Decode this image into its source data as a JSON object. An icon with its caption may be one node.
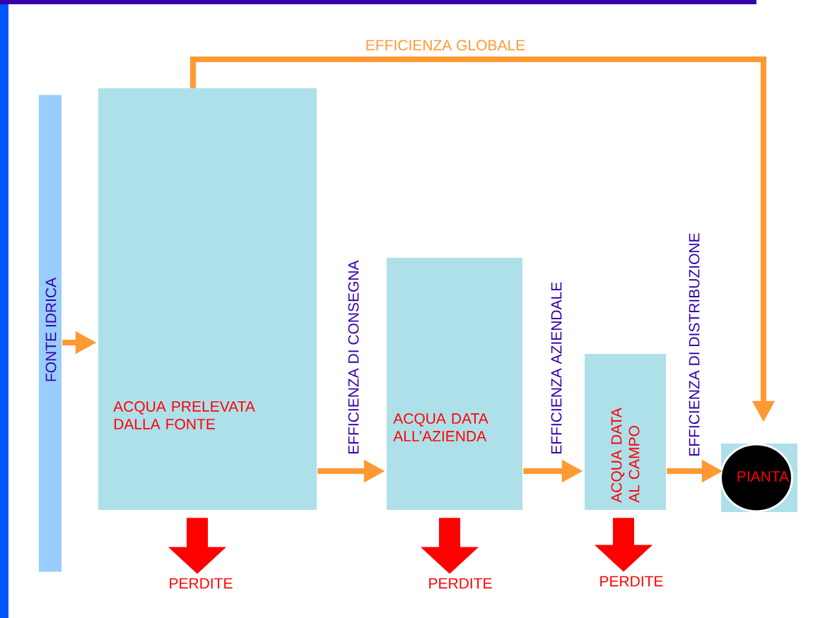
{
  "diagram": {
    "nodes": [
      {
        "text": [
          "FONTE IDRICA"
        ]
      },
      {
        "text": [
          "ACQUA PRELEVATA DALLA FONTE"
        ]
      },
      {
        "text": [
          "ACQUA DATA ALL’AZIENDA"
        ]
      },
      {
        "text": [
          "ACQUA DATA AL CAMPO"
        ]
      },
      {
        "text": [
          "PIANTA"
        ]
      },
      {
        "text": [
          "PERDITE"
        ]
      },
      {
        "text": [
          "PERDITE"
        ]
      },
      {
        "text": [
          "PERDITE"
        ]
      }
    ],
    "edges": [
      {
        "from": 0,
        "to": 1,
        "arrow": "to"
      },
      {
        "from": 1,
        "to": 2,
        "arrow": "to",
        "label": "EFFICIENZA DI CONSEGNA"
      },
      {
        "from": 2,
        "to": 3,
        "arrow": "to",
        "label": "EFFICIENZA AZIENDALE"
      },
      {
        "from": 3,
        "to": 4,
        "arrow": "to",
        "label": "EFFICIENZA DI DISTRIBUZIONE"
      },
      {
        "from": 1,
        "to": 4,
        "arrow": "to",
        "label": "EFFICIENZA GLOBALE"
      },
      {
        "from": 1,
        "to": 5,
        "arrow": "to",
        "style": "thick",
        "color": "#ff0000"
      },
      {
        "from": 2,
        "to": 6,
        "arrow": "to",
        "style": "thick",
        "color": "#ff0000"
      },
      {
        "from": 3,
        "to": 7,
        "arrow": "to",
        "style": "thick",
        "color": "#ff0000"
      }
    ]
  }
}
